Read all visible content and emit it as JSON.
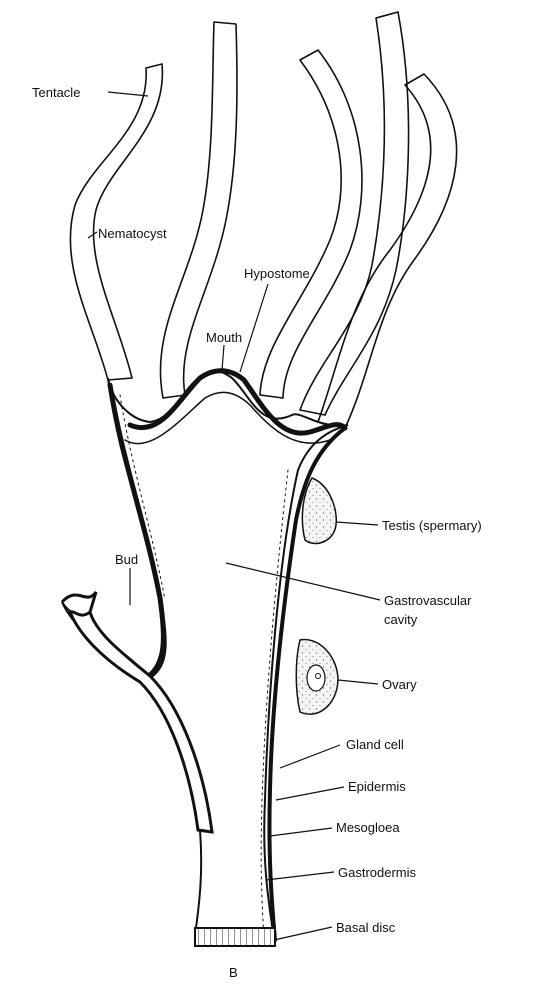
{
  "figure": {
    "panel_letter": "B",
    "labels": {
      "tentacle": "Tentacle",
      "nematocyst": "Nematocyst",
      "hypostome": "Hypostome",
      "mouth": "Mouth",
      "testis": "Testis (spermary)",
      "bud": "Bud",
      "gastrovascular_line1": "Gastrovascular",
      "gastrovascular_line2": "cavity",
      "ovary": "Ovary",
      "gland_cell": "Gland cell",
      "epidermis": "Epidermis",
      "mesogloea": "Mesogloea",
      "gastrodermis": "Gastrodermis",
      "basal_disc": "Basal disc"
    }
  }
}
